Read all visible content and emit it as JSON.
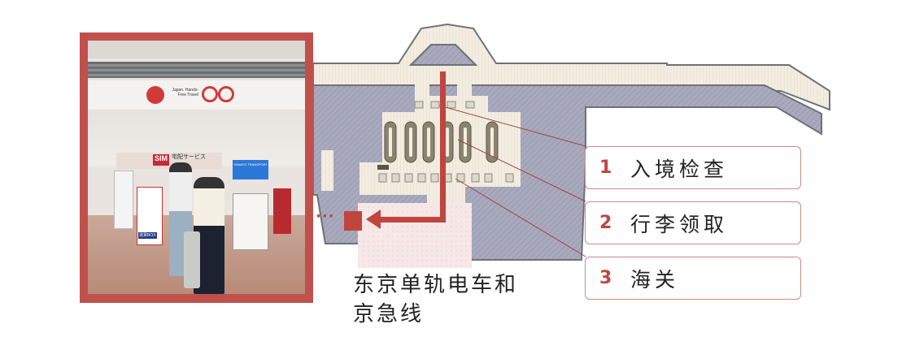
{
  "photo": {
    "caption_sign": "Japan. Hands-Free Travel",
    "sign_sim": "SIM",
    "sign_delivery": "宅配サービス",
    "sign_box": "運賃BOX",
    "screen_text": "YAMATO TRANSPORT"
  },
  "map": {
    "arrow_color": "#c0453f",
    "callouts": [
      {
        "number": "1",
        "label": "入境检查"
      },
      {
        "number": "2",
        "label": "行李领取"
      },
      {
        "number": "3",
        "label": "海关"
      }
    ],
    "destination_line1": "东京单轨电车和",
    "destination_line2": "京急线",
    "dots": "···"
  },
  "colors": {
    "accent": "#c0453f",
    "frame": "#c0504b",
    "floor": "#a8a9ba",
    "wall": "#6e7275",
    "walkway": "#f2ece0"
  }
}
